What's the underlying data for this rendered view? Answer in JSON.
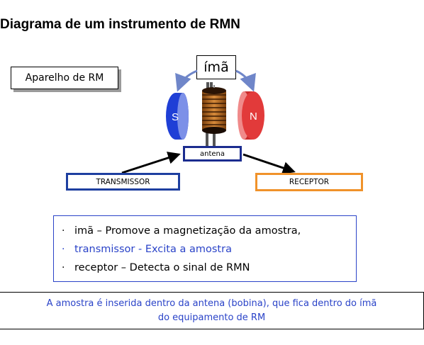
{
  "title": "Diagrama de um instrumento de RMN",
  "labels": {
    "aparelho": "Aparelho de RM",
    "ima": "ímã",
    "magnet_south": "S",
    "magnet_north": "N",
    "antena": "antena",
    "transmissor": "TRANSMISSOR",
    "receptor": "RECEPTOR"
  },
  "legend": [
    {
      "bullet": "·",
      "text": "imã – Promove a magnetização da amostra,",
      "color": "#000000"
    },
    {
      "bullet": "·",
      "text": "transmissor - Excita a amostra",
      "color": "#2a43c8"
    },
    {
      "bullet": "·",
      "text": "receptor – Detecta o sinal de RMN",
      "color": "#000000"
    }
  ],
  "note": {
    "line1": "A amostra é inserida dentro da antena (bobina), que fica dentro do ímã",
    "line2": "do equipamento de RM"
  },
  "colors": {
    "magnet_south": "#1f3fd6",
    "magnet_north": "#e23a3a",
    "coil": "#b86a1c",
    "arrow_magnet": "#6f86c9",
    "antena_border": "#1b2c8f",
    "transmissor_border": "#1e3fa0",
    "receptor_border": "#f0922a",
    "legend_border": "#2a43c8"
  }
}
